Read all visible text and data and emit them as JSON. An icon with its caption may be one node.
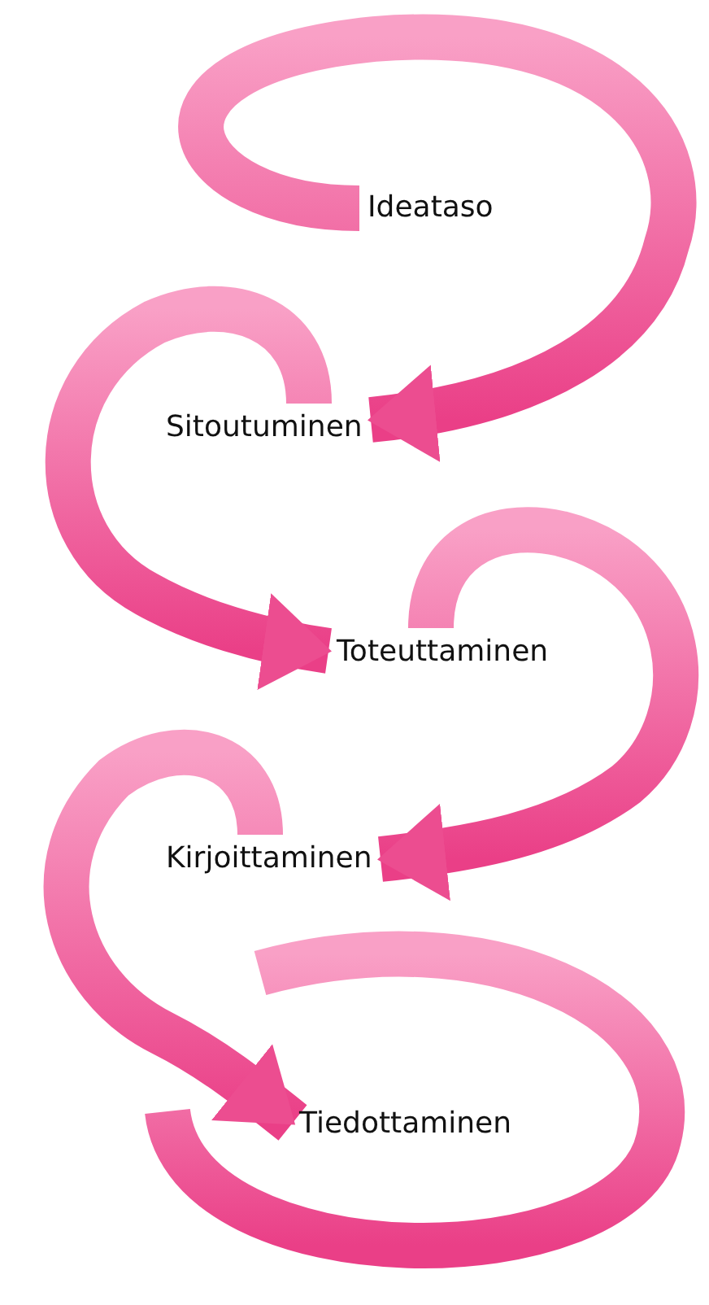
{
  "diagram": {
    "nodes": [
      {
        "text": [
          "Ideataso"
        ]
      },
      {
        "text": [
          "Sitoutuminen"
        ]
      },
      {
        "text": [
          "Toteuttaminen"
        ]
      },
      {
        "text": [
          "Kirjoittaminen"
        ]
      },
      {
        "text": [
          "Tiedottaminen"
        ]
      }
    ],
    "edges": [
      {
        "from": 0,
        "to": 1,
        "arrow": "to"
      },
      {
        "from": 1,
        "to": 2,
        "arrow": "to"
      },
      {
        "from": 2,
        "to": 3,
        "arrow": "to"
      },
      {
        "from": 3,
        "to": 4,
        "arrow": "to"
      }
    ]
  }
}
